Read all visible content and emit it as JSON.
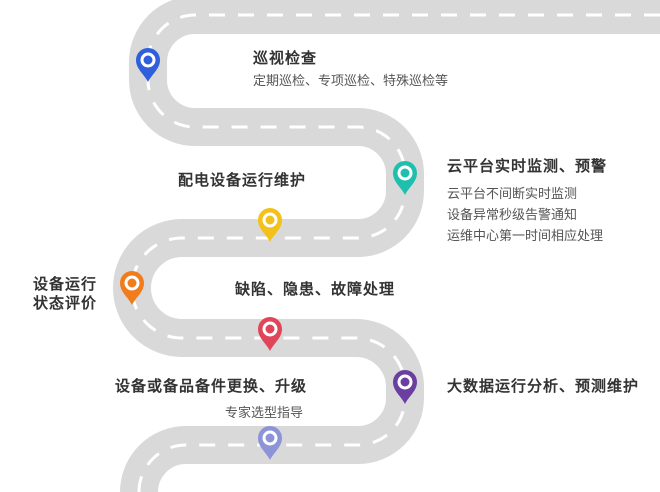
{
  "colors": {
    "road": "#d9d9d9",
    "dash": "#ffffff",
    "blue": "#2f5fdc",
    "teal": "#1fbfae",
    "yellow": "#f2c21b",
    "orange": "#f07c1b",
    "red": "#e0465a",
    "purple": "#6b3fa0",
    "lavender": "#8c93d6"
  },
  "stops": [
    {
      "name": "stop-inspection",
      "color": "blue",
      "title": "巡视检查",
      "lines": [
        "定期巡检、专项巡检、特殊巡检等"
      ]
    },
    {
      "name": "stop-cloud-monitoring",
      "color": "teal",
      "title": "云平台实时监测、预警",
      "lines": [
        "云平台不间断实时监测",
        "设备异常秒级告警通知",
        "运维中心第一时间相应处理"
      ]
    },
    {
      "name": "stop-distribution-maintenance",
      "color": "yellow",
      "title": "配电设备运行维护",
      "lines": []
    },
    {
      "name": "stop-status-evaluation",
      "color": "orange",
      "title_lines": [
        "设备运行",
        "状态评价"
      ]
    },
    {
      "name": "stop-defect-handling",
      "color": "red",
      "title": "缺陷、隐患、故障处理",
      "lines": []
    },
    {
      "name": "stop-bigdata-analysis",
      "color": "purple",
      "title": "大数据运行分析、预测维护",
      "lines": []
    },
    {
      "name": "stop-replacement",
      "color": "lavender",
      "title": "设备或备品备件更换、升级",
      "lines": [
        "专家选型指导"
      ]
    }
  ]
}
